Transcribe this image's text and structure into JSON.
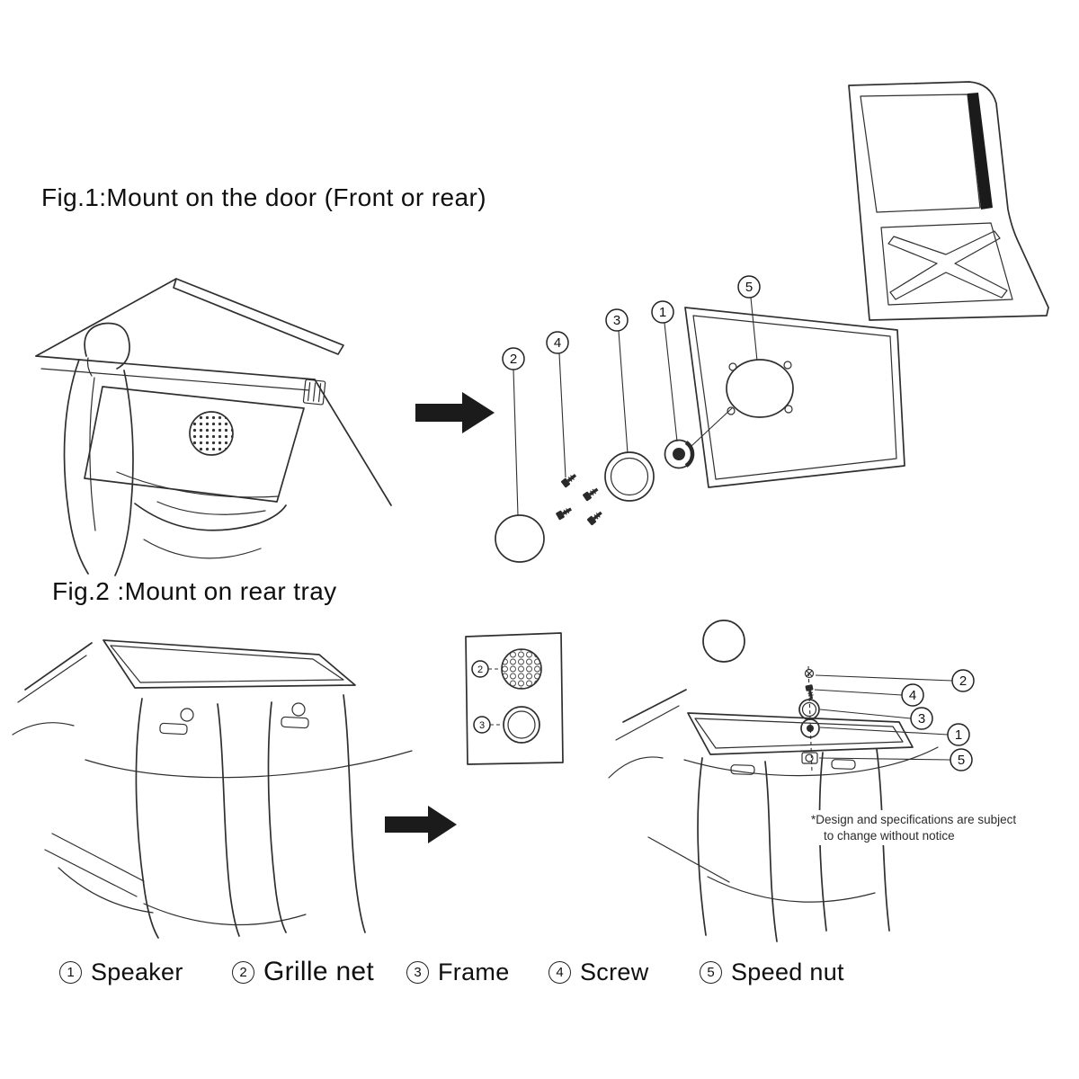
{
  "fig1": {
    "title": "Fig.1:Mount on the door (Front or rear)",
    "callouts": [
      "2",
      "4",
      "3",
      "1",
      "5"
    ]
  },
  "fig2": {
    "title": "Fig.2 :Mount on rear tray",
    "callouts": [
      "2",
      "4",
      "3",
      "1",
      "5"
    ],
    "panel_labels": [
      "2",
      "3"
    ]
  },
  "note": {
    "line1": "*Design and specifications are subject",
    "line2": "to change without notice"
  },
  "legend": {
    "items": [
      {
        "num": "1",
        "label": "Speaker"
      },
      {
        "num": "2",
        "label": "Grille net"
      },
      {
        "num": "3",
        "label": "Frame"
      },
      {
        "num": "4",
        "label": "Screw"
      },
      {
        "num": "5",
        "label": "Speed nut"
      }
    ]
  },
  "colors": {
    "line": "#2f2f2f",
    "ink": "#111111",
    "fill_dark": "#1b1b1b",
    "background": "#ffffff"
  }
}
